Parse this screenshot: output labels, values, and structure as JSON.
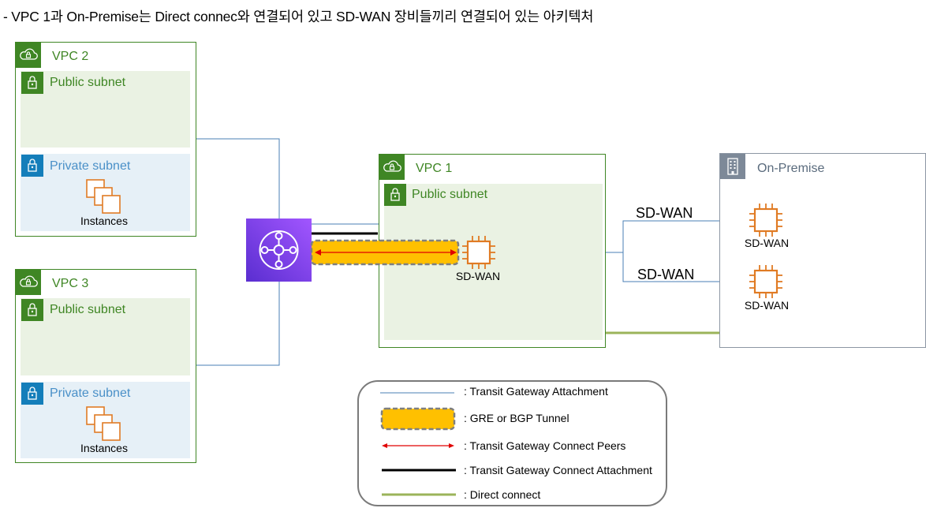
{
  "title": "- VPC 1과 On-Premise는 Direct connec와 연결되어 있고 SD-WAN 장비들끼리 연결되어 있는 아키텍처",
  "vpc2": {
    "label": "VPC 2",
    "public_subnet": "Public subnet",
    "private_subnet": "Private subnet",
    "instances": "Instances"
  },
  "vpc3": {
    "label": "VPC 3",
    "public_subnet": "Public subnet",
    "private_subnet": "Private subnet",
    "instances": "Instances"
  },
  "vpc1": {
    "label": "VPC 1",
    "public_subnet": "Public subnet",
    "sdwan": "SD-WAN"
  },
  "onprem": {
    "label": "On-Premise",
    "sdwan_top": "SD-WAN",
    "sdwan_bottom": "SD-WAN"
  },
  "links": {
    "wan_top": "SD-WAN",
    "wan_bottom": "SD-WAN"
  },
  "legend": {
    "tgw_attachment": ": Transit Gateway Attachment",
    "gre_bgp": ": GRE or BGP Tunnel",
    "connect_peers": ": Transit Gateway Connect Peers",
    "connect_attachment": ": Transit Gateway Connect Attachment",
    "direct_connect": ": Direct connect"
  },
  "colors": {
    "vpc_green": "#3f8624",
    "public_subnet_bg": "#eaf2e3",
    "private_subnet_bg": "#e6f0f7",
    "private_blue": "#147eba",
    "ec2_orange": "#e07b24",
    "tgw_purple": "#7b3fe4",
    "attachment_blue": "#4a7fb5",
    "tunnel_yellow": "#ffc000",
    "peers_red": "#e00000",
    "direct_connect_green": "#9bb45a",
    "onprem_gray": "#7d8998"
  },
  "icons": [
    "cloud-lock-icon",
    "lock-icon",
    "instances-icon",
    "transit-gateway-icon",
    "ec2-chip-icon",
    "building-icon"
  ]
}
